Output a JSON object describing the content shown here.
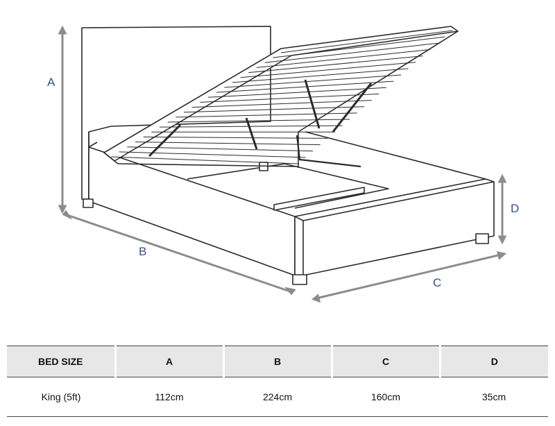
{
  "dimension_labels": {
    "a": "A",
    "b": "B",
    "c": "C",
    "d": "D"
  },
  "table": {
    "headers": [
      "BED SIZE",
      "A",
      "B",
      "C",
      "D"
    ],
    "rows": [
      [
        "King (5ft)",
        "112cm",
        "224cm",
        "160cm",
        "35cm"
      ]
    ]
  },
  "colors": {
    "dimension_line": "#8c8c8c",
    "dimension_text": "#3a4f7a",
    "header_bg": "#e7e7e7"
  }
}
